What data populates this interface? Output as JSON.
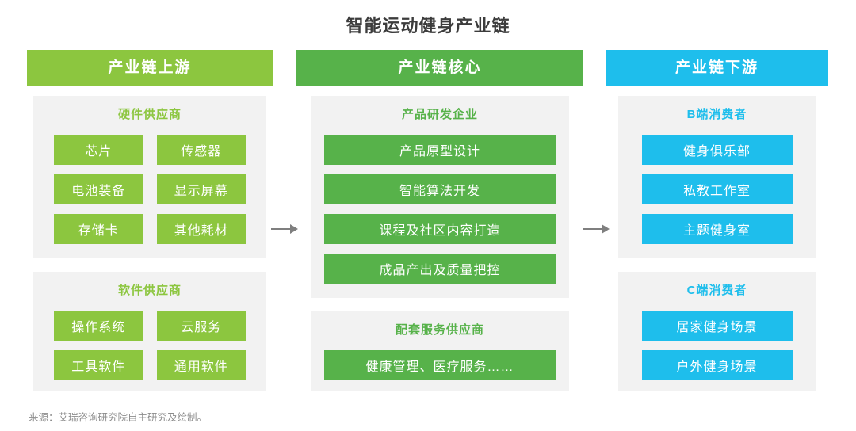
{
  "page": {
    "title": "智能运动健身产业链",
    "source": "来源：艾瑞咨询研究院自主研究及绘制。"
  },
  "colors": {
    "header_upstream": "#8CC63F",
    "header_core": "#57B24A",
    "header_downstream": "#1EBEEC",
    "panel_bg": "#F2F2F2",
    "arrow": "#7F7F7F",
    "title_text": "#3C3C3C",
    "source_text": "#8C8C8C"
  },
  "columns": [
    {
      "header": "产业链上游",
      "sections": [
        {
          "title": "硬件供应商",
          "items": [
            "芯片",
            "传感器",
            "电池装备",
            "显示屏幕",
            "存储卡",
            "其他耗材"
          ]
        },
        {
          "title": "软件供应商",
          "items": [
            "操作系统",
            "云服务",
            "工具软件",
            "通用软件"
          ]
        }
      ]
    },
    {
      "header": "产业链核心",
      "sections": [
        {
          "title": "产品研发企业",
          "items": [
            "产品原型设计",
            "智能算法开发",
            "课程及社区内容打造",
            "成品产出及质量把控"
          ]
        },
        {
          "title": "配套服务供应商",
          "items": [
            "健康管理、医疗服务……"
          ]
        }
      ]
    },
    {
      "header": "产业链下游",
      "sections": [
        {
          "title": "B端消费者",
          "items": [
            "健身俱乐部",
            "私教工作室",
            "主题健身室"
          ]
        },
        {
          "title": "C端消费者",
          "items": [
            "居家健身场景",
            "户外健身场景"
          ]
        }
      ]
    }
  ]
}
